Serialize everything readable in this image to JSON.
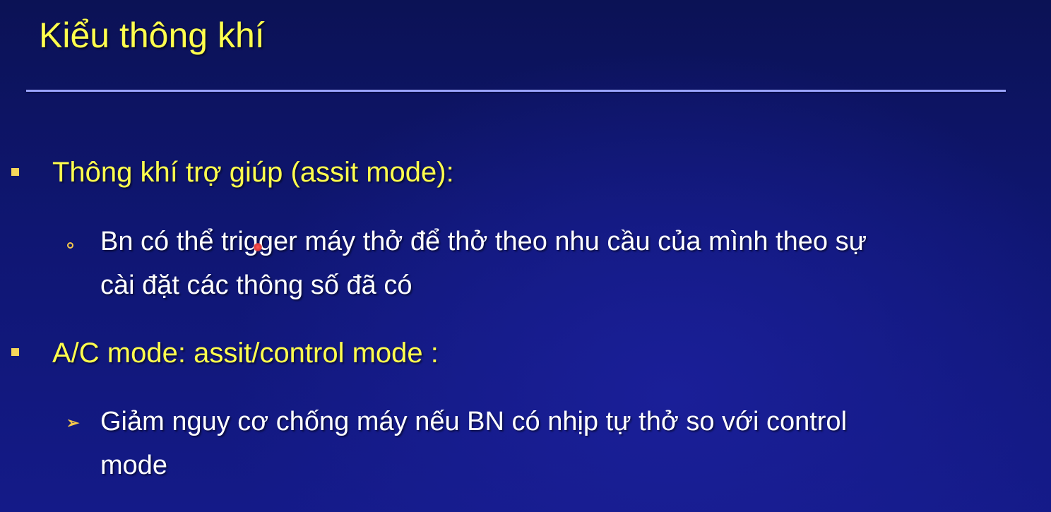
{
  "slide": {
    "title": "Kiểu thông khí",
    "sections": [
      {
        "heading": "Thông khí trợ giúp (assit mode):",
        "bullet": "square-icon",
        "sub_bullet": "circle-icon",
        "sub_lines": [
          "Bn có thể trigger máy thở để thở theo nhu cầu của mình theo sự",
          "cài đặt các thông số đã có"
        ]
      },
      {
        "heading": "A/C  mode: assit/control mode :",
        "bullet": "square-icon",
        "sub_bullet": "arrow-icon",
        "sub_lines": [
          "Giảm nguy cơ chống máy nếu BN có nhịp tự thở so với control",
          "mode"
        ]
      }
    ],
    "colors": {
      "title": "#ffff4d",
      "heading": "#ffff4d",
      "body": "#ffffff",
      "rule": "#9aa4ff",
      "bullet": "#f5d65a",
      "background": "#10177a"
    }
  }
}
